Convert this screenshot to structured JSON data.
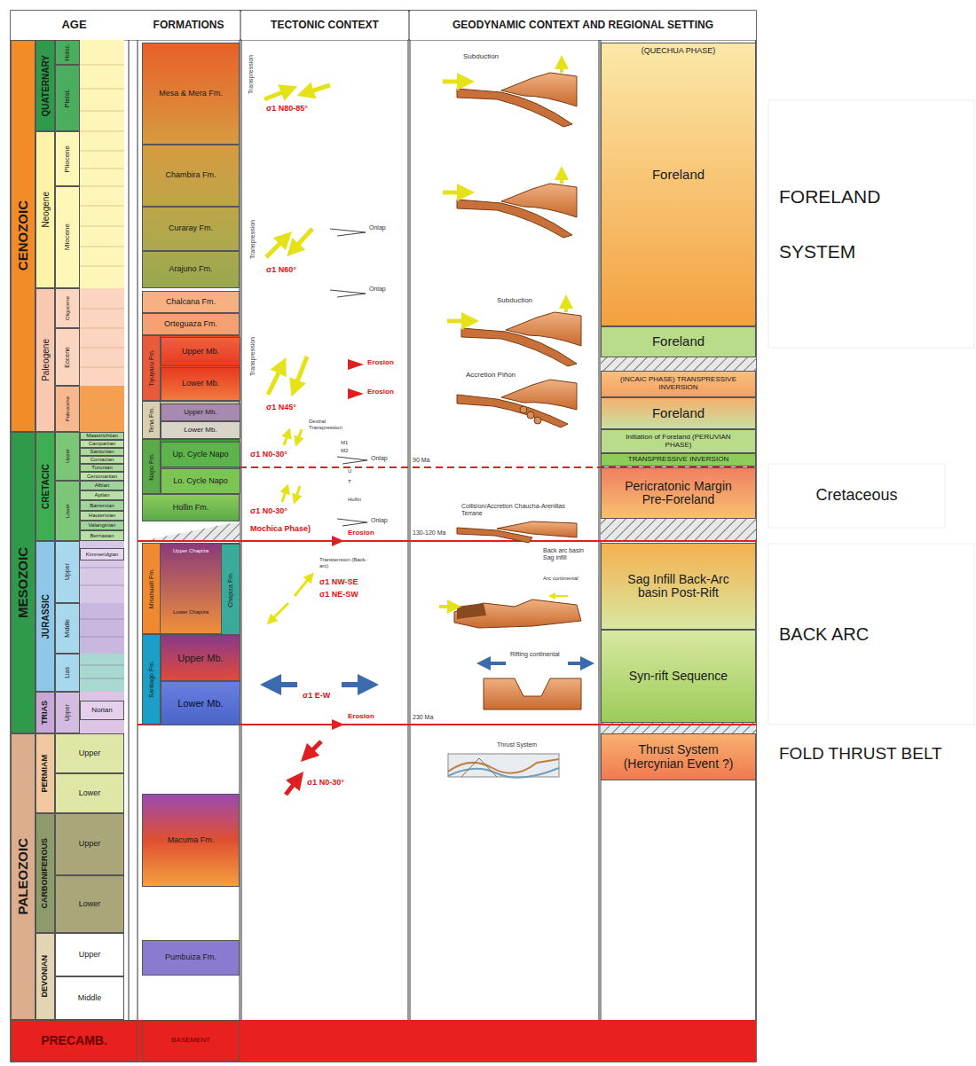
{
  "diagram": {
    "nodes": [
      {
        "text": [
          "AGE"
        ]
      },
      {
        "text": [
          "FORMATIONS"
        ]
      },
      {
        "text": [
          "TECTONIC CONTEXT"
        ]
      },
      {
        "text": [
          "GEODYNAMIC CONTEXT AND REGIONAL SETTING"
        ]
      },
      {
        "text": [
          "CENOZOIC"
        ]
      },
      {
        "text": [
          "QUATERNARY"
        ]
      },
      {
        "text": [
          "Holoc."
        ]
      },
      {
        "text": [
          "Pleist."
        ]
      },
      {
        "text": [
          "Neogene"
        ]
      },
      {
        "text": [
          "Pliocene"
        ]
      },
      {
        "text": [
          "Miocene"
        ]
      },
      {
        "text": [
          "Paleogene"
        ]
      },
      {
        "text": [
          "Oligocene"
        ]
      },
      {
        "text": [
          "Eocene"
        ]
      },
      {
        "text": [
          "Paleocene"
        ]
      },
      {
        "text": [
          "MESOZOIC"
        ]
      },
      {
        "text": [
          "CRETACIC"
        ]
      },
      {
        "text": [
          "Upper"
        ]
      },
      {
        "text": [
          "Lower"
        ]
      },
      {
        "text": [
          "Maastrichtian"
        ]
      },
      {
        "text": [
          "Campanian"
        ]
      },
      {
        "text": [
          "Santonian"
        ]
      },
      {
        "text": [
          "Coniacian"
        ]
      },
      {
        "text": [
          "Turonian"
        ]
      },
      {
        "text": [
          "Cenomanian"
        ]
      },
      {
        "text": [
          "Albian"
        ]
      },
      {
        "text": [
          "Aptian"
        ]
      },
      {
        "text": [
          "Barremian"
        ]
      },
      {
        "text": [
          "Hauterivian"
        ]
      },
      {
        "text": [
          "Valanginian"
        ]
      },
      {
        "text": [
          "Berriasian"
        ]
      },
      {
        "text": [
          "JURASSIC"
        ]
      },
      {
        "text": [
          "Upper"
        ]
      },
      {
        "text": [
          "Kimmeridgian"
        ]
      },
      {
        "text": [
          "Middle"
        ]
      },
      {
        "text": [
          "Lias"
        ]
      },
      {
        "text": [
          "TRIAS"
        ]
      },
      {
        "text": [
          "Upper"
        ]
      },
      {
        "text": [
          "Norian"
        ]
      },
      {
        "text": [
          "PALEOZOIC"
        ]
      },
      {
        "text": [
          "PERMIAM"
        ]
      },
      {
        "text": [
          "Upper"
        ]
      },
      {
        "text": [
          "Lower"
        ]
      },
      {
        "text": [
          "CARBONIFEROUS"
        ]
      },
      {
        "text": [
          "Upper"
        ]
      },
      {
        "text": [
          "Lower"
        ]
      },
      {
        "text": [
          "DEVONIAN"
        ]
      },
      {
        "text": [
          "Upper"
        ]
      },
      {
        "text": [
          "Middle"
        ]
      },
      {
        "text": [
          "PRECAMB."
        ]
      },
      {
        "text": [
          "Mesa & Mera Fm."
        ]
      },
      {
        "text": [
          "Chambira Fm."
        ]
      },
      {
        "text": [
          "Curaray Fm."
        ]
      },
      {
        "text": [
          "Arajuno Fm."
        ]
      },
      {
        "text": [
          "Chalcana Fm."
        ]
      },
      {
        "text": [
          "Orteguaza Fm."
        ]
      },
      {
        "text": [
          "Tiyuyacu Fm."
        ]
      },
      {
        "text": [
          "Upper Mb."
        ],
        "in": 56
      },
      {
        "text": [
          "Lower Mb."
        ],
        "in": 56
      },
      {
        "text": [
          "Tena Fm."
        ]
      },
      {
        "text": [
          "Upper Mb."
        ],
        "in": 59
      },
      {
        "text": [
          "Lower Mb."
        ],
        "in": 59
      },
      {
        "text": [
          "Napo Fm."
        ]
      },
      {
        "text": [
          "Up. Cycle Napo"
        ],
        "in": 62
      },
      {
        "text": [
          "Lo. Cycle Napo"
        ],
        "in": 62
      },
      {
        "text": [
          "Hollin Fm."
        ]
      },
      {
        "text": [
          "Misahualli Fm."
        ]
      },
      {
        "text": [
          "Upper Chapiza"
        ],
        "in": 66
      },
      {
        "text": [
          "Lower Chapiza"
        ],
        "in": 66
      },
      {
        "text": [
          "Chapiza Fm."
        ],
        "in": 66
      },
      {
        "text": [
          "Santiago Fm."
        ]
      },
      {
        "text": [
          "Upper Mb."
        ],
        "in": 70
      },
      {
        "text": [
          "Lower Mb."
        ],
        "in": 70
      },
      {
        "text": [
          "Macuma Fm."
        ]
      },
      {
        "text": [
          "Pumbuiza Fm."
        ]
      },
      {
        "text": [
          "BASEMENT"
        ]
      },
      {
        "text": [
          "(QUECHUA PHASE)",
          "Foreland"
        ]
      },
      {
        "text": [
          "Foreland"
        ]
      },
      {
        "text": [
          "(INCAIC PHASE) TRANSPRESSIVE INVERSION"
        ]
      },
      {
        "text": [
          "Foreland"
        ]
      },
      {
        "text": [
          "Initiation of Foreland (PERUVIAN PHASE)"
        ]
      },
      {
        "text": [
          "TRANSPRESSIVE INVERSION"
        ]
      },
      {
        "text": [
          "Pericratonic Margin Pre-Foreland"
        ]
      },
      {
        "text": [
          "Sag Infill Back-Arc basin Post-Rift"
        ]
      },
      {
        "text": [
          "Syn-rift Sequence"
        ]
      },
      {
        "text": [
          "Thrust System (Hercynian Event ?)"
        ]
      },
      {
        "text": [
          "FORELAND SYSTEM"
        ]
      },
      {
        "text": [
          "Cretaceous"
        ]
      },
      {
        "text": [
          "BACK ARC"
        ]
      },
      {
        "text": [
          "FOLD THRUST BELT"
        ]
      }
    ],
    "labels": [
      "Transpression",
      "σ1 N80-85°",
      "Onlap",
      "Onlap",
      "Transpression",
      "σ1 N60°",
      "Transpression",
      "Erosion",
      "Erosion",
      "σ1 N45°",
      "Dextral Transpression",
      "σ1 N0-30°",
      "M1",
      "M2",
      "U",
      "T",
      "Hollin",
      "Onlap",
      "σ1 N0-30°",
      "Onlap",
      "Mochica Phase)",
      "Erosion",
      "Transtension (Back-arc)",
      "σ1 NW-SE",
      "σ1 NE-SW",
      "σ1 E-W",
      "Erosion",
      "σ1 N0-30°",
      "90 Ma",
      "130-120 Ma",
      "230 Ma",
      "Subduction",
      "Subduction",
      "Accretion Piñon",
      "Collision/Accretion Chaucha-Arenillas Terrane",
      "Back arc basin Sag infill",
      "Arc continental",
      "Rifting continental",
      "Thrust System"
    ]
  }
}
